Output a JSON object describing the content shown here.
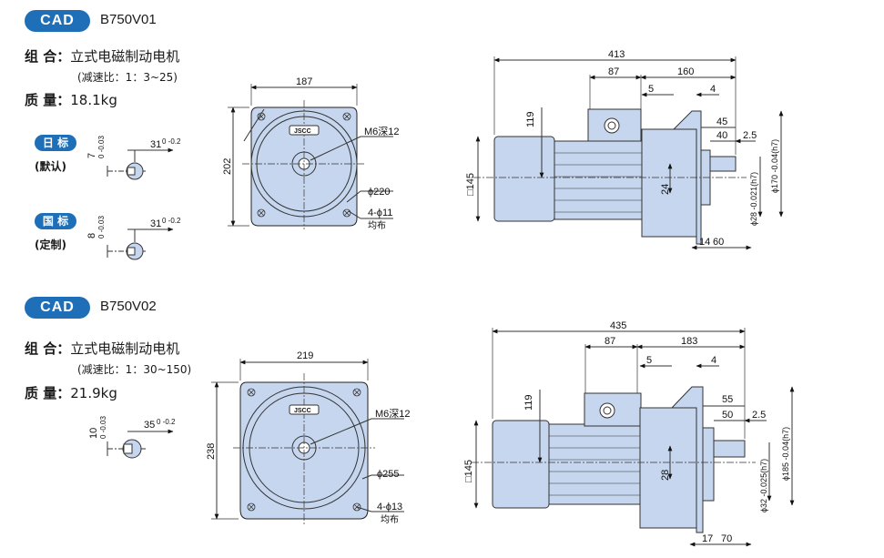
{
  "sections": [
    {
      "cad_label": "CAD",
      "model": "B750V01",
      "type_label": "组 合：",
      "type_value": "立式电磁制动电机",
      "ratio": "(减速比：1：3~25)",
      "mass_label": "质 量：",
      "mass_value": "18.1kg",
      "front": {
        "width": "187",
        "height": "202",
        "thread": "M6深12",
        "circle": "ϕ220",
        "holes": "4-ϕ11",
        "holes_note": "均布",
        "brand": "JSCC"
      },
      "side": {
        "total": "413",
        "d87": "87",
        "d160": "160",
        "d5": "5",
        "d4": "4",
        "d45": "45",
        "d40": "40",
        "d25": "2.5",
        "d119": "119",
        "d145": "□145",
        "d24": "24",
        "d14": "14",
        "d60": "60",
        "dflange": "ϕ170 -0.04(h7)",
        "dshaft": "ϕ28 -0.021(h7)"
      }
    },
    {
      "cad_label": "CAD",
      "model": "B750V02",
      "type_label": "组 合：",
      "type_value": "立式电磁制动电机",
      "ratio": "(减速比：1：30~150)",
      "mass_label": "质 量：",
      "mass_value": "21.9kg",
      "front": {
        "width": "219",
        "height": "238",
        "thread": "M6深12",
        "circle": "ϕ255",
        "holes": "4-ϕ13",
        "holes_note": "均布",
        "brand": "JSCC"
      },
      "side": {
        "total": "435",
        "d87": "87",
        "d183": "183",
        "d5": "5",
        "d4": "4",
        "d55": "55",
        "d50": "50",
        "d25": "2.5",
        "d119": "119",
        "d145": "□145",
        "d28": "28",
        "d17": "17",
        "d70": "70",
        "dflange": "ϕ185 -0.04(h7)",
        "dshaft": "ϕ32 -0.025(h7)"
      }
    }
  ],
  "keys": [
    {
      "badge": "日 标",
      "sub": "(默认)",
      "h": "7",
      "htol": "0 -0.03",
      "w": "31",
      "wtol": "0 -0.2"
    },
    {
      "badge": "国 标",
      "sub": "(定制)",
      "h": "8",
      "htol": "0 -0.03",
      "w": "31",
      "wtol": "0 -0.2"
    },
    {
      "h": "10",
      "htol": "0 -0.03",
      "w": "35",
      "wtol": "0 -0.2"
    }
  ],
  "colors": {
    "accent": "#1f6fb8",
    "fill": "#c5d6ee",
    "line": "#333333"
  }
}
